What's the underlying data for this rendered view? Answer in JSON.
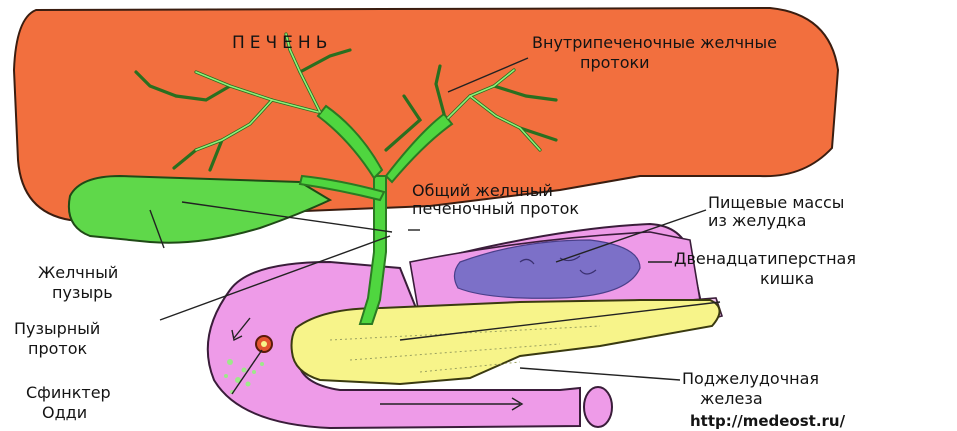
{
  "labels": {
    "liver": "ПЕЧЕНЬ",
    "intrahepatic_ducts": [
      "Внутрипеченочные желчные",
      "протоки"
    ],
    "common_duct": [
      "Общий  желчный",
      "печеночный проток"
    ],
    "food_mass": [
      "Пищевые массы",
      "из желудка"
    ],
    "duodenum": [
      "Двенадцатиперстная",
      "кишка"
    ],
    "gallbladder": [
      "Желчный",
      "пузырь"
    ],
    "cystic_duct": [
      "Пузырный",
      "проток"
    ],
    "sphincter": [
      "Сфинктер",
      "Одди"
    ],
    "pancreas": [
      "Поджелудочная",
      "железа"
    ]
  },
  "source_url": "http://medeost.ru/",
  "colors": {
    "liver": "#f26f3e",
    "ducts": "#4fd63f",
    "gallbladder": "#5fd84a",
    "duodenum": "#ee9be8",
    "pancreas": "#f7f48a",
    "food_mass": "#7c70c8",
    "sphincter": "#e2532f"
  }
}
